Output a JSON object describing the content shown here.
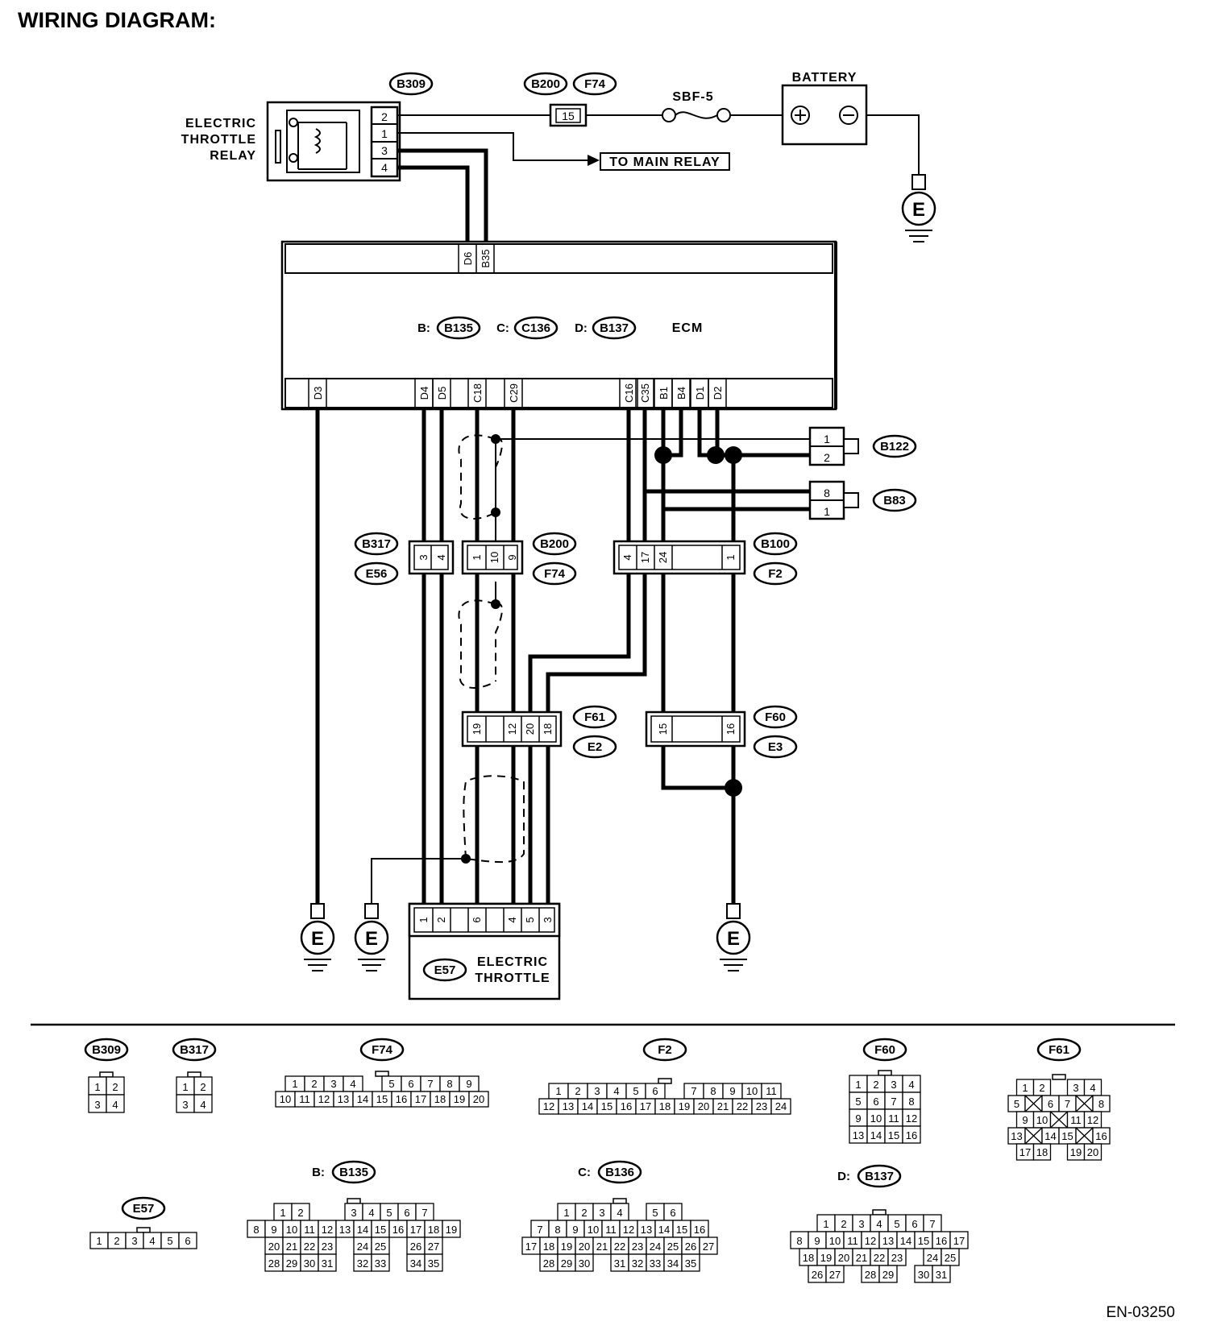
{
  "title": "WIRING DIAGRAM:",
  "doc_code": "EN-03250",
  "components": {
    "relay": {
      "label_lines": [
        "ELECTRIC",
        "THROTTLE",
        "RELAY"
      ],
      "connector": "B309",
      "pins": [
        "2",
        "1",
        "3",
        "4"
      ]
    },
    "fuse_conn": {
      "connectors": [
        "B200",
        "F74"
      ],
      "pin": "15"
    },
    "fuse": "SBF-5",
    "battery": "BATTERY",
    "to_main_relay": "TO MAIN RELAY",
    "ground": "E",
    "ecm": {
      "label": "ECM",
      "connector_labels": [
        {
          "prefix": "B:",
          "id": "B135"
        },
        {
          "prefix": "C:",
          "id": "C136"
        },
        {
          "prefix": "D:",
          "id": "B137"
        }
      ],
      "top_pins": [
        "D6",
        "B35"
      ],
      "bottom_pins": [
        "D3",
        "D4",
        "D5",
        "C18",
        "C29",
        "C16",
        "C35",
        "B1",
        "B4",
        "D1",
        "D2"
      ]
    },
    "b122": {
      "id": "B122",
      "pins": [
        "1",
        "2"
      ]
    },
    "b83": {
      "id": "B83",
      "pins": [
        "8",
        "1"
      ]
    },
    "b317": {
      "ids": [
        "B317",
        "E56"
      ],
      "pins": [
        "3",
        "4"
      ]
    },
    "b200": {
      "ids": [
        "B200",
        "F74"
      ],
      "pins": [
        "1",
        "10",
        "9"
      ]
    },
    "b100": {
      "ids": [
        "B100",
        "F2"
      ],
      "pins": [
        "4",
        "17",
        "24",
        "1"
      ]
    },
    "f61": {
      "ids": [
        "F61",
        "E2"
      ],
      "pins": [
        "19",
        "12",
        "20",
        "18"
      ]
    },
    "f60": {
      "ids": [
        "F60",
        "E3"
      ],
      "pins": [
        "15",
        "16"
      ]
    },
    "throttle": {
      "id": "E57",
      "label_lines": [
        "ELECTRIC",
        "THROTTLE"
      ],
      "pins": [
        "1",
        "2",
        "6",
        "4",
        "5",
        "3"
      ]
    }
  },
  "connector_views": [
    {
      "id": "B309",
      "rows": [
        [
          "1",
          "2"
        ],
        [
          "3",
          "4"
        ]
      ]
    },
    {
      "id": "B317",
      "rows": [
        [
          "1",
          "2"
        ],
        [
          "3",
          "4"
        ]
      ]
    },
    {
      "id": "F74",
      "rows": [
        [
          "1",
          "2",
          "3",
          "4",
          "",
          "5",
          "6",
          "7",
          "8",
          "9"
        ],
        [
          "10",
          "11",
          "12",
          "13",
          "14",
          "15",
          "16",
          "17",
          "18",
          "19",
          "20"
        ]
      ]
    },
    {
      "id": "F2",
      "rows": [
        [
          "1",
          "2",
          "3",
          "4",
          "5",
          "6",
          "",
          "7",
          "8",
          "9",
          "10",
          "11"
        ],
        [
          "12",
          "13",
          "14",
          "15",
          "16",
          "17",
          "18",
          "19",
          "20",
          "21",
          "22",
          "23",
          "24"
        ]
      ]
    },
    {
      "id": "F60",
      "rows": [
        [
          "1",
          "2",
          "3",
          "4"
        ],
        [
          "5",
          "6",
          "7",
          "8"
        ],
        [
          "9",
          "10",
          "11",
          "12"
        ],
        [
          "13",
          "14",
          "15",
          "16"
        ]
      ]
    },
    {
      "id": "F61",
      "rows": [
        [
          "1",
          "2",
          "",
          "3",
          "4"
        ],
        [
          "5",
          "X",
          "6",
          "7",
          "X",
          "8"
        ],
        [
          "9",
          "10",
          "X",
          "11",
          "12"
        ],
        [
          "13",
          "X",
          "14",
          "15",
          "X",
          "16"
        ],
        [
          "17",
          "18",
          "",
          "19",
          "20"
        ]
      ]
    },
    {
      "id": "E57",
      "rows": [
        [
          "1",
          "2",
          "3",
          "4",
          "5",
          "6"
        ]
      ]
    },
    {
      "prefix": "B:",
      "id": "B135",
      "rows": [
        [
          "1",
          "2",
          "",
          "",
          "3",
          "4",
          "5",
          "6",
          "7"
        ],
        [
          "8",
          "9",
          "10",
          "11",
          "12",
          "13",
          "14",
          "15",
          "16",
          "17",
          "18",
          "19"
        ],
        [
          "20",
          "21",
          "22",
          "23",
          "",
          "24",
          "25",
          "",
          "26",
          "27"
        ],
        [
          "28",
          "29",
          "30",
          "31",
          "",
          "32",
          "33",
          "",
          "34",
          "35"
        ]
      ]
    },
    {
      "prefix": "C:",
      "id": "B136",
      "rows": [
        [
          "1",
          "2",
          "3",
          "4",
          "",
          "5",
          "6"
        ],
        [
          "7",
          "8",
          "9",
          "10",
          "11",
          "12",
          "13",
          "14",
          "15",
          "16"
        ],
        [
          "17",
          "18",
          "19",
          "20",
          "21",
          "22",
          "23",
          "24",
          "25",
          "26",
          "27"
        ],
        [
          "28",
          "29",
          "30",
          "",
          "31",
          "32",
          "33",
          "34",
          "35"
        ]
      ]
    },
    {
      "prefix": "D:",
      "id": "B137",
      "rows": [
        [
          "1",
          "2",
          "3",
          "4",
          "5",
          "6",
          "7"
        ],
        [
          "8",
          "9",
          "10",
          "11",
          "12",
          "13",
          "14",
          "15",
          "16",
          "17"
        ],
        [
          "18",
          "19",
          "20",
          "21",
          "22",
          "23",
          "",
          "24",
          "25"
        ],
        [
          "26",
          "27",
          "",
          "28",
          "29",
          "",
          "30",
          "31"
        ]
      ]
    }
  ]
}
